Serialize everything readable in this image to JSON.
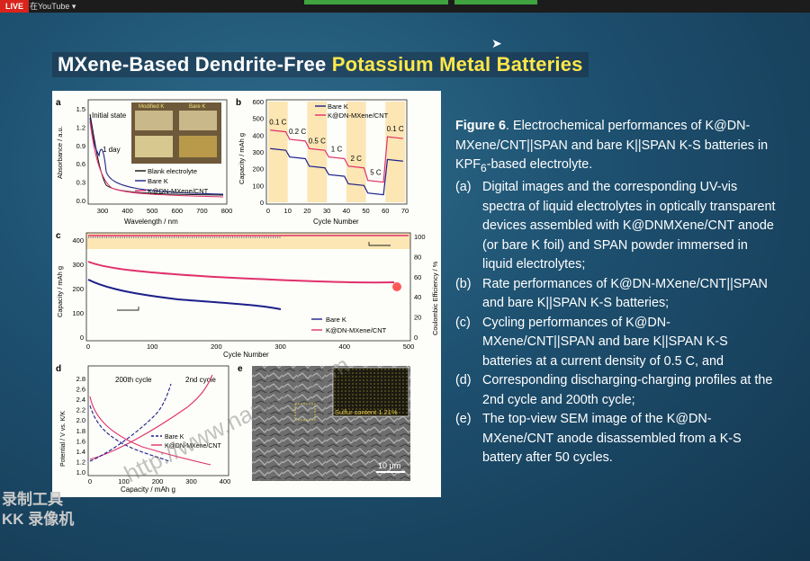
{
  "stream": {
    "live": "LIVE",
    "source": "在YouTube ▾"
  },
  "slide": {
    "title_part1": "MXene-Based Dendrite-Free ",
    "title_part2": "Potassium Metal Batteries"
  },
  "caption": {
    "label": "Figure 6",
    "intro_a": ". Electrochemical performances of K@DN-MXene/CNT||SPAN and bare K||SPAN K-S batteries in KPF",
    "intro_sub": "6",
    "intro_b": "-based electrolyte.",
    "items": [
      {
        "key": "(a)",
        "text": "Digital images and the corresponding UV-vis spectra of liquid electrolytes in optically transparent devices assembled with K@DNMXene/CNT anode (or bare K foil) and SPAN powder immersed in liquid electrolytes;"
      },
      {
        "key": "(b)",
        "text": "Rate performances of K@DN-MXene/CNT||SPAN and bare K||SPAN K-S batteries;"
      },
      {
        "key": "(c)",
        "text": "Cycling performances of K@DN-MXene/CNT||SPAN and bare K||SPAN K-S batteries at a current density of 0.5 C, and"
      },
      {
        "key": "(d)",
        "text": "Corresponding discharging-charging profiles at the 2nd cycle and 200th cycle;"
      },
      {
        "key": "(e)",
        "text": "The top-view SEM image of the K@DN-MXene/CNT anode disassembled from a K-S battery after 50 cycles."
      }
    ]
  },
  "watermark": {
    "line1": "录制工具",
    "line2": "KK 录像机",
    "diag": "http://www.nanomx.com"
  },
  "colors": {
    "bare": "#1c1f8a",
    "kdn": "#e0306c",
    "blank": "#111111",
    "band": "#fbe6b4"
  },
  "panel_a": {
    "label": "a",
    "ylabel": "Absorbance / a.u.",
    "xlabel": "Wavelength / nm",
    "xticks": [
      "300",
      "400",
      "500",
      "600",
      "700",
      "800"
    ],
    "yticks": [
      "0.0",
      "0.3",
      "0.6",
      "0.9",
      "1.2",
      "1.5"
    ],
    "note1": "Initial state",
    "note2": "1 day",
    "photo_labels": [
      "Modified K",
      "Bare K"
    ],
    "legend": [
      "Blank electrolyte",
      "Bare K",
      "K@DN-MXene/CNT"
    ]
  },
  "panel_b": {
    "label": "b",
    "ylabel": "Capacity / mAh g",
    "xlabel": "Cycle Number",
    "xticks": [
      "0",
      "10",
      "20",
      "30",
      "40",
      "50",
      "60",
      "70"
    ],
    "yticks": [
      "0",
      "100",
      "200",
      "300",
      "400",
      "500",
      "600"
    ],
    "rates": [
      "0.1 C",
      "0.2 C",
      "0.5 C",
      "1 C",
      "2 C",
      "5 C",
      "0.1 C"
    ],
    "legend": [
      "Bare K",
      "K@DN-MXene/CNT"
    ]
  },
  "panel_c": {
    "label": "c",
    "ylabel": "Capacity / mAh g",
    "y2label": "Coulombic Efficiency / %",
    "xlabel": "Cycle Number",
    "xticks": [
      "0",
      "100",
      "200",
      "300",
      "400",
      "500"
    ],
    "yticks": [
      "0",
      "100",
      "200",
      "300",
      "400"
    ],
    "y2ticks": [
      "0",
      "20",
      "40",
      "60",
      "80",
      "100"
    ],
    "legend": [
      "Bare K",
      "K@DN-MXene/CNT"
    ]
  },
  "panel_d": {
    "label": "d",
    "ylabel": "Potential / V vs. K/K",
    "xlabel": "Capacity / mAh g",
    "xticks": [
      "0",
      "100",
      "200",
      "300",
      "400"
    ],
    "yticks": [
      "1.0",
      "1.2",
      "1.4",
      "1.6",
      "1.8",
      "2.0",
      "2.2",
      "2.4",
      "2.6",
      "2.8"
    ],
    "note200": "200th cycle",
    "note2": "2nd cycle",
    "legend": [
      "Bare K",
      "K@DN-MXene/CNT"
    ]
  },
  "panel_e": {
    "label": "e",
    "inset": "Sulfur content 1.21%",
    "scalebar": "10 μm"
  }
}
